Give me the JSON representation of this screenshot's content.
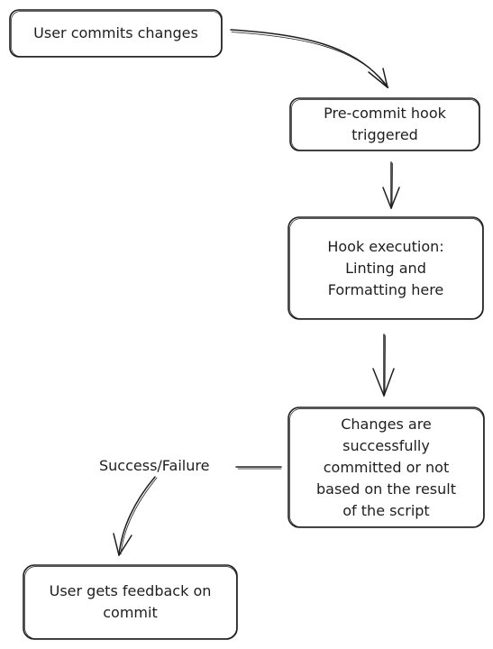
{
  "diagram": {
    "nodes": [
      {
        "id": "user-commits",
        "label": "User commits changes"
      },
      {
        "id": "pre-commit",
        "label": "Pre-commit hook\ntriggered"
      },
      {
        "id": "hook-exec",
        "label": "Hook execution:\nLinting and\nFormatting here"
      },
      {
        "id": "changes",
        "label": "Changes are\nsuccessfully\ncommitted or not\nbased on the result\nof the script"
      },
      {
        "id": "feedback",
        "label": "User gets feedback on\ncommit"
      }
    ],
    "edges": [
      {
        "from": "user-commits",
        "to": "pre-commit",
        "label": ""
      },
      {
        "from": "pre-commit",
        "to": "hook-exec",
        "label": ""
      },
      {
        "from": "hook-exec",
        "to": "changes",
        "label": ""
      },
      {
        "from": "changes",
        "to": "feedback",
        "label": "Success/Failure"
      }
    ],
    "colors": {
      "stroke": "#1e1e1e",
      "fill": "#ffffff",
      "text": "#1e1e1e"
    }
  }
}
